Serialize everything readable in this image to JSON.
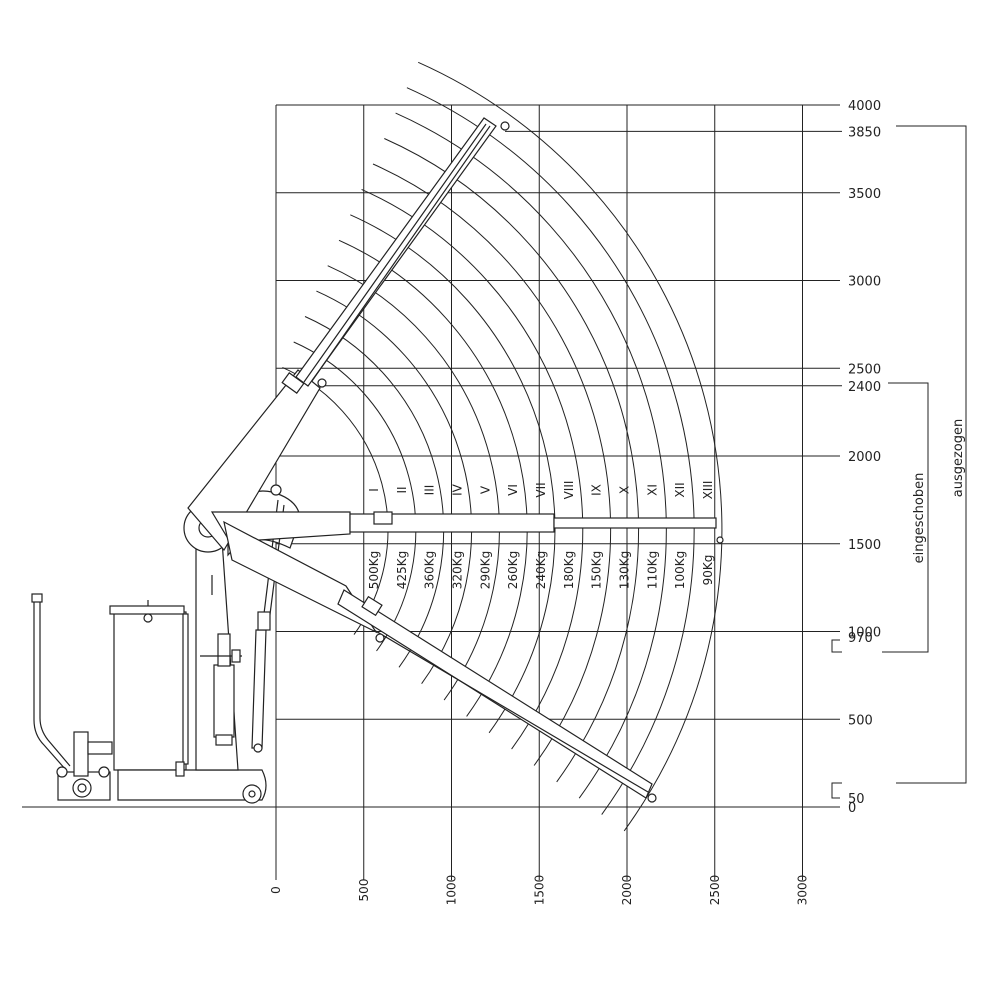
{
  "x_ticks": [
    "0",
    "500",
    "1000",
    "1500",
    "2000",
    "2500",
    "3000"
  ],
  "y_ticks": [
    "4000",
    "3850",
    "3500",
    "3000",
    "2500",
    "2400",
    "2000",
    "1500",
    "1000",
    "970",
    "500",
    "50",
    "0"
  ],
  "positions": [
    "I",
    "II",
    "III",
    "IV",
    "V",
    "VI",
    "VII",
    "VIII",
    "IX",
    "X",
    "XI",
    "XII",
    "XIII"
  ],
  "loads": [
    "500Kg",
    "425Kg",
    "360Kg",
    "320Kg",
    "290Kg",
    "260Kg",
    "240Kg",
    "180Kg",
    "150Kg",
    "130Kg",
    "110Kg",
    "100Kg",
    "90Kg"
  ],
  "bracket_labels": {
    "retracted": "eingeschoben",
    "extended": "ausgezogen"
  }
}
